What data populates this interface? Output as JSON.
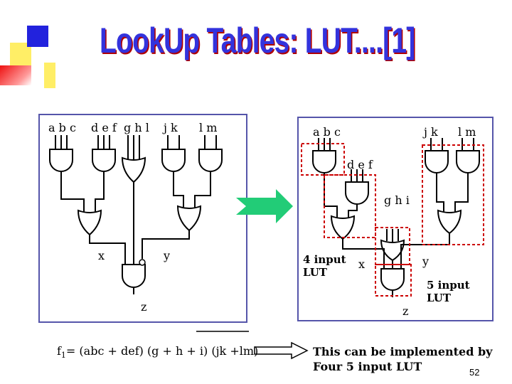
{
  "slide": {
    "title": "LookUp Tables: LUT....[1]",
    "page_number": "52"
  },
  "colors": {
    "title_blue": "#3333dd",
    "title_shadow": "#b00000",
    "deco_yellow": "#ffee66",
    "deco_blue": "#2222dd",
    "deco_red": "#ee1111",
    "panel_border": "#5555aa",
    "lut_box_red": "#cc0000",
    "arrow_green": "#22cc77"
  },
  "left_diagram": {
    "inputs": [
      "a b c",
      "d e f",
      "g h l",
      "j k",
      "l m"
    ],
    "x_label": "x",
    "y_label": "y",
    "z_label": "z"
  },
  "right_diagram": {
    "labels": {
      "abc": "a b c",
      "jk": "j  k",
      "lm": "l  m",
      "def": "d e f",
      "ghi": "g h i",
      "x": "x",
      "y": "y",
      "z": "z"
    },
    "lut4_label": [
      "4 input",
      "LUT"
    ],
    "lut5_label": [
      "5 input",
      "LUT"
    ]
  },
  "formula": {
    "prefix": "f",
    "subscript": "1",
    "text": "= (abc + def) (g + h + i) (jk +lm)"
  },
  "conclusion": [
    "This can be implemented by",
    "Four 5 input LUT"
  ]
}
